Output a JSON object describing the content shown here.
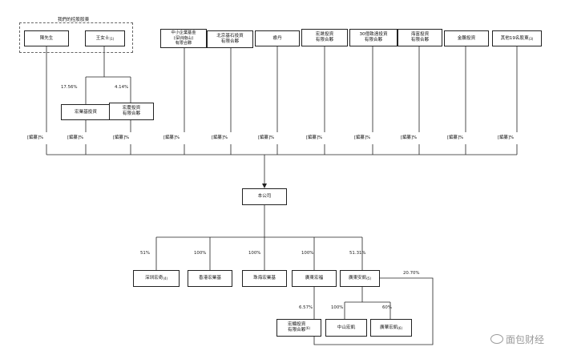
{
  "group": {
    "title": "我們的控股股東"
  },
  "shareholders": {
    "chen": {
      "name": "陳先生"
    },
    "wang": {
      "name": "王女士",
      "note": "(1)"
    },
    "hongye_invest": {
      "name": "宏業基投資"
    },
    "hongqing": {
      "name": "宏慶投資\n有限合夥"
    },
    "sme_fund": {
      "name": "中小企業基金\n(深圳南山)\n有限合夥",
      "note": ""
    },
    "beijing": {
      "name": "北京基石投資\n有限合夥"
    },
    "shoudan": {
      "name": "睿丹"
    },
    "hongsheng": {
      "name": "宏晟投資\n有限合夥"
    },
    "thirty": {
      "name": "30億致遠投資\n有限合夥"
    },
    "haiyun": {
      "name": "海富投資\n有限合夥"
    },
    "jinpeng": {
      "name": "金鵬投資"
    },
    "others": {
      "name": "其他19名股東",
      "note": "(3)"
    }
  },
  "percentages": {
    "p1": "17.56%",
    "p2": "4.14%",
    "redacted": "[編纂]%",
    "s1": "51%",
    "s2": "100%",
    "s3": "100%",
    "s4": "100%",
    "s5": "51.31%",
    "s6": "6.57%",
    "s7": "100%",
    "s8": "60%",
    "s9": "20.70%"
  },
  "company": {
    "name": "本公司"
  },
  "subsidiaries": {
    "shenzhen": {
      "name": "深圳宏奇",
      "note": "(4)"
    },
    "hongkong": {
      "name": "香港宏業基"
    },
    "zhuhai": {
      "name": "珠海宏業基"
    },
    "guangdong": {
      "name": "廣東宏福"
    },
    "guangdong_anji": {
      "name": "廣東安凱",
      "note": "(5)"
    },
    "hongxian": {
      "name": "宏顯投資\n有限合夥",
      "note": "(6)"
    },
    "zhongshan": {
      "name": "中山宏凱"
    },
    "huizhou": {
      "name": "廣華宏凱",
      "note": "(6)"
    }
  },
  "watermark": {
    "text": "面包财经",
    "icon": "weibo-icon"
  }
}
